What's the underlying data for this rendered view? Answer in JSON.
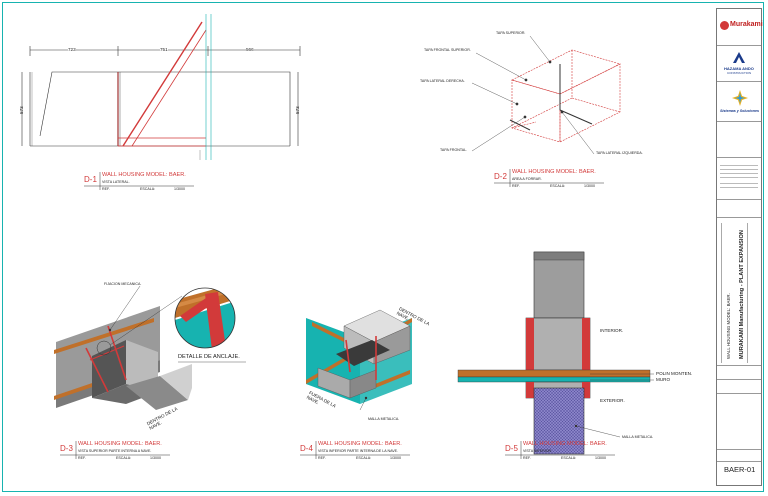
{
  "drawings": {
    "d1": {
      "number": "D-1",
      "title": "WALL HOUSING MODEL: BAER.",
      "subtitle": "VISTA LATERAL.",
      "ref_label": "REF.",
      "scale_label": "ESCALA:",
      "scale": "1/3000",
      "dims": {
        "a": "723",
        "b": "751",
        "c": "566",
        "left_h": "573",
        "right_h": "573"
      }
    },
    "d2": {
      "number": "D-2",
      "title": "WALL HOUSING MODEL: BAER.",
      "subtitle": "AREA A FORRAR.",
      "ref_label": "REF.",
      "scale_label": "ESCALA:",
      "scale": "1/3000",
      "labels": {
        "top": "TAPA SUPERIOR.",
        "front_top": "TAPA FRONTAL SUPERIOR.",
        "side_right": "TAPA LATERAL DERECHA.",
        "front": "TAPA FRONTAL.",
        "side_left": "TAPA LATERAL IZQUIERDA."
      }
    },
    "d3": {
      "number": "D-3",
      "title": "WALL HOUSING MODEL: BAER.",
      "subtitle": "VISTA SUPERIOR PARTE INTERNA A NAVE.",
      "ref_label": "REF.",
      "scale_label": "ESCALA:",
      "scale": "1/3000",
      "fixing": "FIJACION MECANICA.",
      "detail": "DETALLE DE ANCLAJE.",
      "inside": "DENTRO DE LA NAVE."
    },
    "d4": {
      "number": "D-4",
      "title": "WALL HOUSING MODEL: BAER.",
      "subtitle": "VISTA INFERIOR PARTE INTERNA DE LA NAVE.",
      "ref_label": "REF.",
      "scale_label": "ESCALA:",
      "scale": "1/3000",
      "inside": "DENTRO DE LA NAVE.",
      "outside": "FUERA DE LA NAVE.",
      "mesh": "MALLA METALICA."
    },
    "d5": {
      "number": "D-5",
      "title": "WALL HOUSING MODEL: BAER.",
      "subtitle": "VISTA INFERIOR.",
      "ref_label": "REF.",
      "scale_label": "ESCALA:",
      "scale": "1/3000",
      "interior": "INTERIOR.",
      "exterior": "EXTERIOR.",
      "purlin": "POLIN MONTEN.",
      "wall": "MURO",
      "mesh": "MALLA METALICA."
    }
  },
  "titleblock": {
    "logo1": "Murakami",
    "logo2": "HAZAMA ANDO",
    "logo2_sub": "CONSTRUCTION",
    "logo3": "Sistemas y Soluciones",
    "drawing_name": "WALL HOUSING MODEL: BAER.",
    "project": "MURAKAMI Manufacturing - PLANT EXPANSION",
    "sheet": "BAER-01"
  },
  "colors": {
    "teal": "#17b3b0",
    "red": "#d23a3a",
    "steel": "#9a9a9a",
    "purlin": "#c0702a"
  }
}
